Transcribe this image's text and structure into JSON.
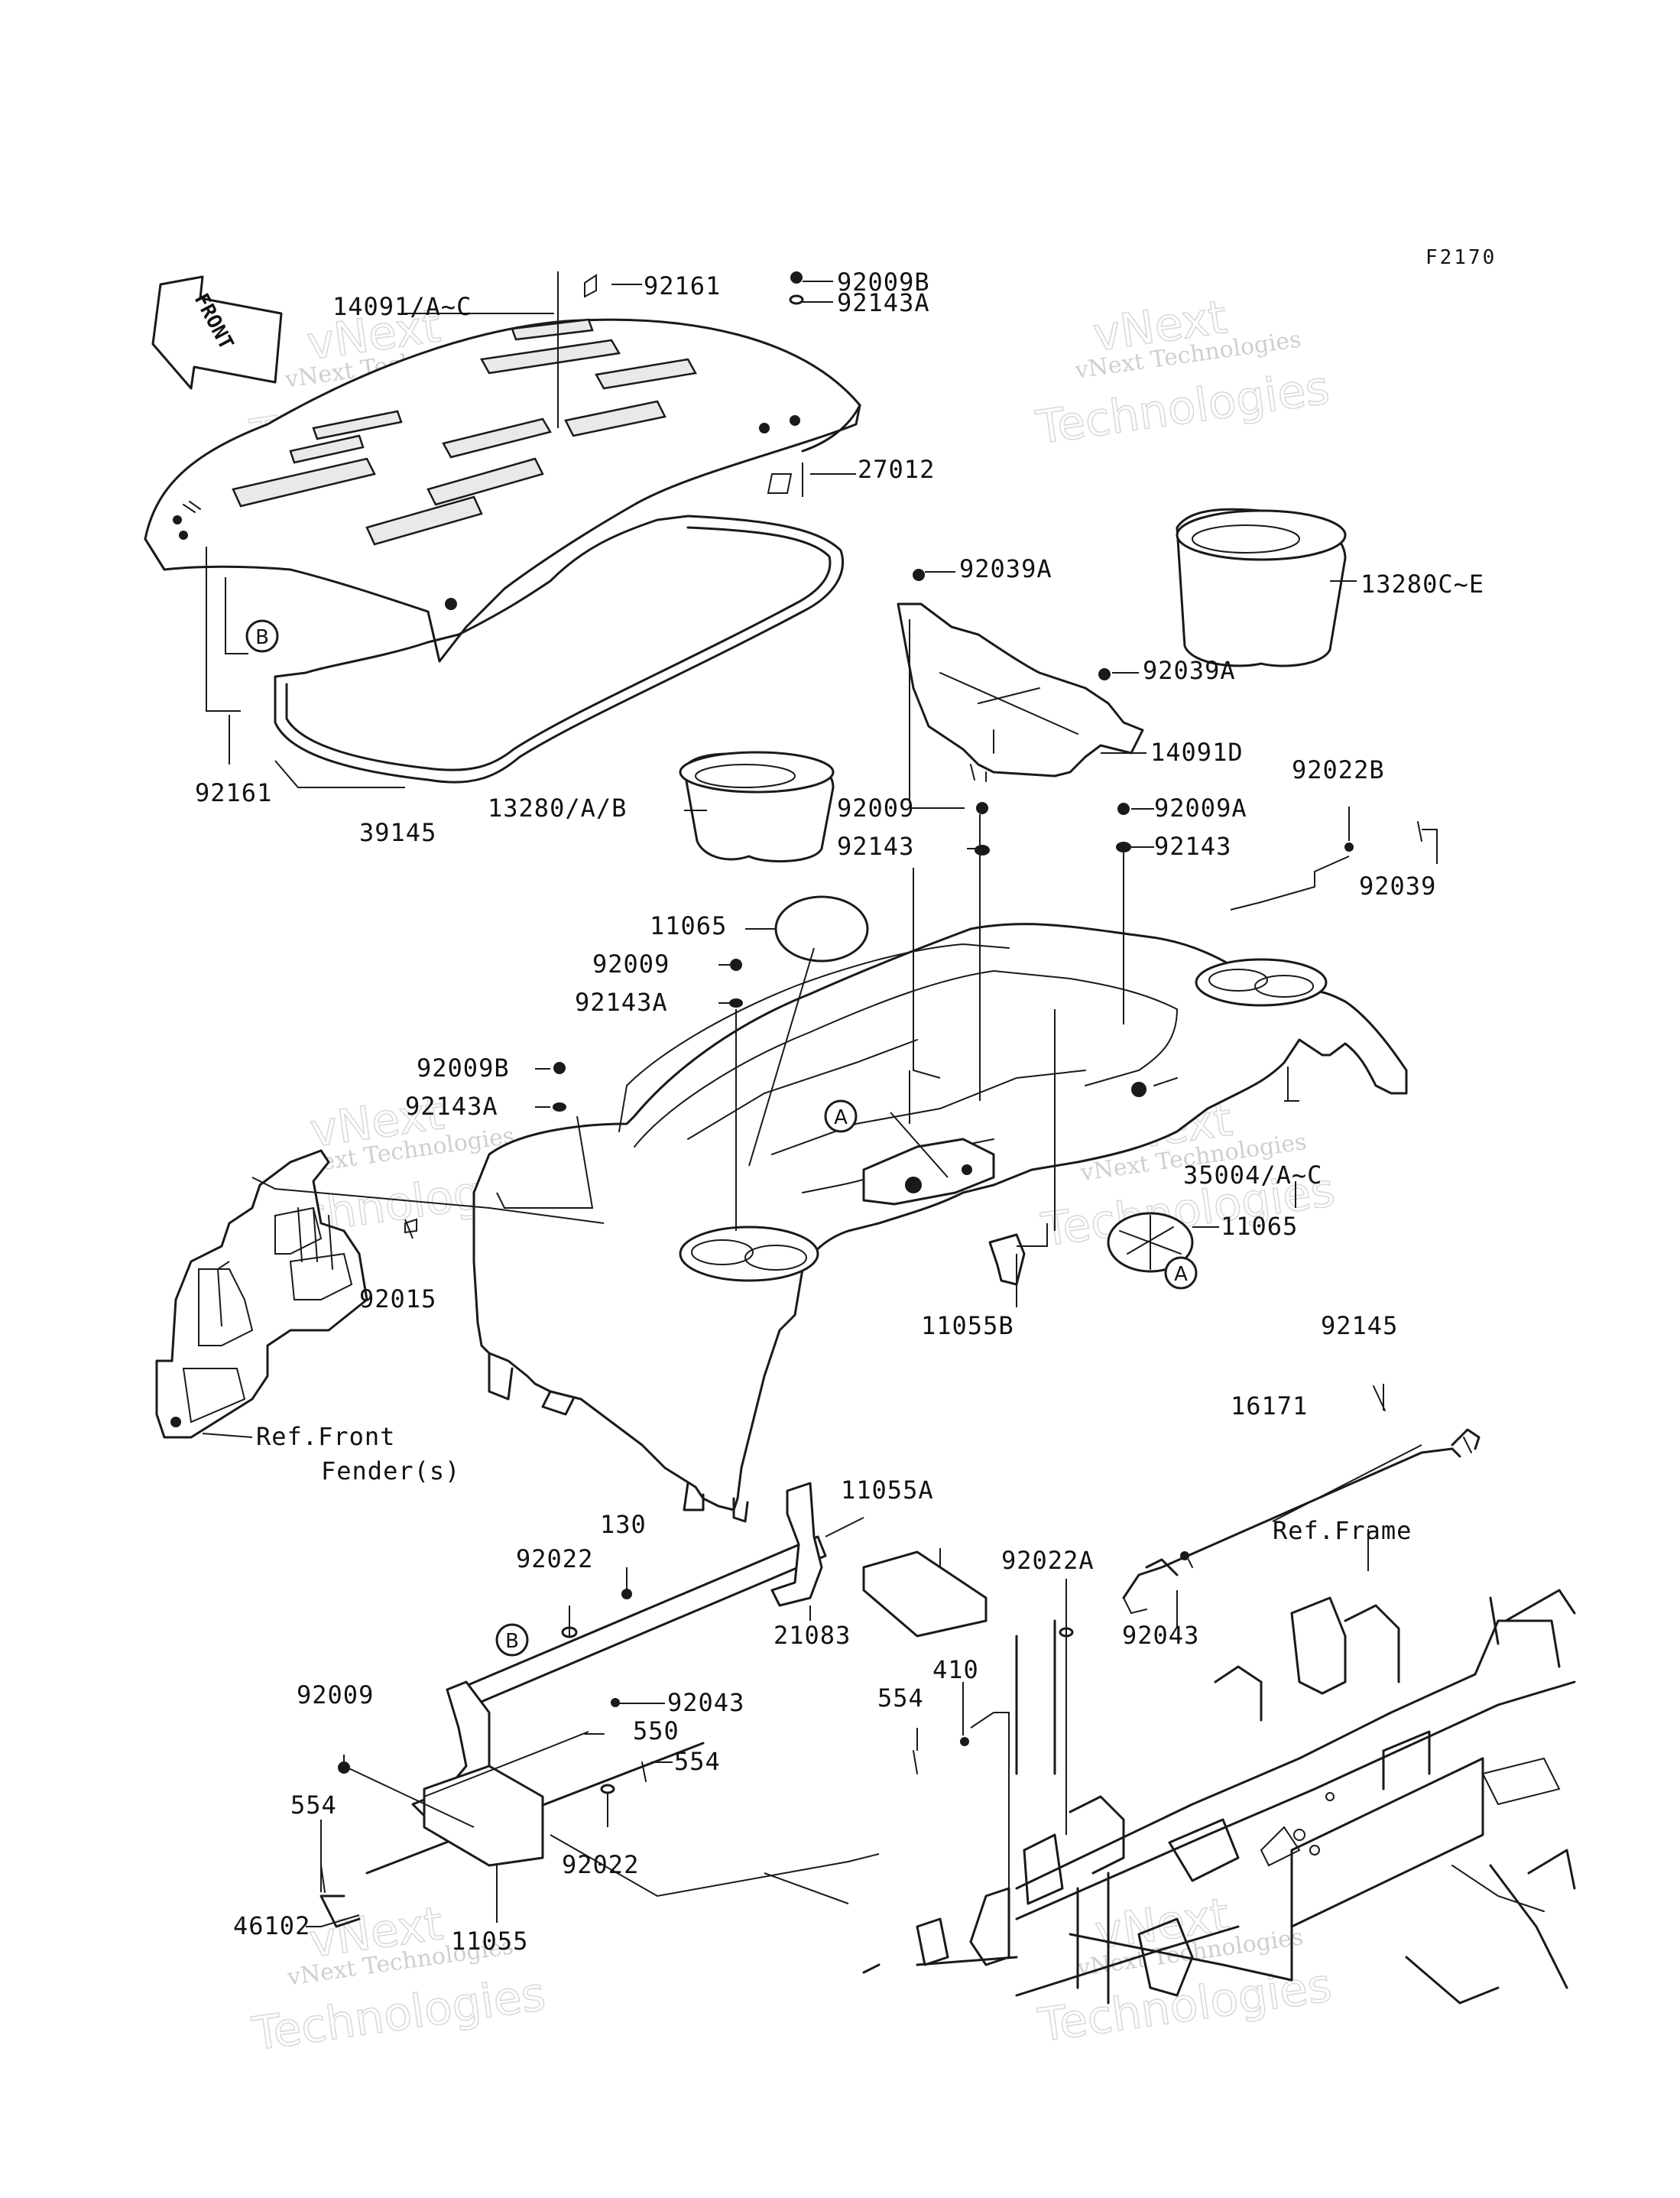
{
  "figure_code": "F2170",
  "front_arrow_label": "FRONT",
  "callouts": {
    "a": "A",
    "b": "B"
  },
  "watermark": {
    "line1": "vNext Technologies",
    "line2": "vNext",
    "line3": "Technologies"
  },
  "labels": {
    "p14091_a_c": "14091/A~C",
    "p92161_top": "92161",
    "p92009b_top": "92009B",
    "p92143a_top": "92143A",
    "p27012": "27012",
    "p92039a_1": "92039A",
    "p13280c_e": "13280C~E",
    "p92039a_2": "92039A",
    "p14091d": "14091D",
    "p92161_left": "92161",
    "p39145": "39145",
    "p13280_ab": "13280/A/B",
    "p92009_1": "92009",
    "p92143_1": "92143",
    "p92009a": "92009A",
    "p92143_2": "92143",
    "p92022b": "92022B",
    "p92039": "92039",
    "p11065_top": "11065",
    "p92009_2": "92009",
    "p92143a_2": "92143A",
    "p92009b_2": "92009B",
    "p92143a_3": "92143A",
    "p35004": "35004/A~C",
    "p11065_mid": "11065",
    "p92015": "92015",
    "p11055b": "11055B",
    "p92145": "92145",
    "p16171": "16171",
    "p130": "130",
    "p11055a": "11055A",
    "p92022_1": "92022",
    "p92022a": "92022A",
    "p92043_1": "92043",
    "p21083": "21083",
    "p554_1": "554",
    "p410": "410",
    "p92009_3": "92009",
    "p92043_2": "92043",
    "p550": "550",
    "p554_2": "554",
    "p554_3": "554",
    "p92022_2": "92022",
    "p46102": "46102",
    "p11055": "11055"
  },
  "refs": {
    "front_fender_1": "Ref.Front",
    "front_fender_2": "Fender(s)",
    "frame": "Ref.Frame"
  }
}
